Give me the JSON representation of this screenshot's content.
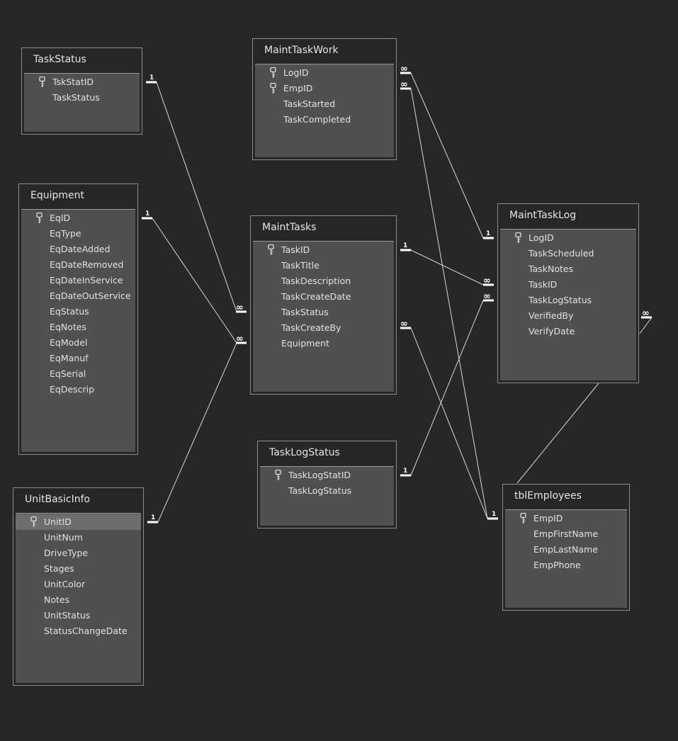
{
  "tables": [
    {
      "id": "taskstatus",
      "title": "TaskStatus",
      "fields": [
        {
          "name": "TskStatID",
          "key": true
        },
        {
          "name": "TaskStatus",
          "key": false
        }
      ]
    },
    {
      "id": "maintaskwork",
      "title": "MaintTaskWork",
      "fields": [
        {
          "name": "LogID",
          "key": true
        },
        {
          "name": "EmpID",
          "key": true
        },
        {
          "name": "TaskStarted",
          "key": false
        },
        {
          "name": "TaskCompleted",
          "key": false
        }
      ]
    },
    {
      "id": "equipment",
      "title": "Equipment",
      "fields": [
        {
          "name": "EqID",
          "key": true
        },
        {
          "name": "EqType",
          "key": false
        },
        {
          "name": "EqDateAdded",
          "key": false
        },
        {
          "name": "EqDateRemoved",
          "key": false
        },
        {
          "name": "EqDateInService",
          "key": false
        },
        {
          "name": "EqDateOutService",
          "key": false
        },
        {
          "name": "EqStatus",
          "key": false
        },
        {
          "name": "EqNotes",
          "key": false
        },
        {
          "name": "EqModel",
          "key": false
        },
        {
          "name": "EqManuf",
          "key": false
        },
        {
          "name": "EqSerial",
          "key": false
        },
        {
          "name": "EqDescrip",
          "key": false
        }
      ]
    },
    {
      "id": "mainttasks",
      "title": "MaintTasks",
      "fields": [
        {
          "name": "TaskID",
          "key": true
        },
        {
          "name": "TaskTitle",
          "key": false
        },
        {
          "name": "TaskDescription",
          "key": false
        },
        {
          "name": "TaskCreateDate",
          "key": false
        },
        {
          "name": "TaskStatus",
          "key": false
        },
        {
          "name": "TaskCreateBy",
          "key": false
        },
        {
          "name": "Equipment",
          "key": false
        }
      ]
    },
    {
      "id": "mainttasklog",
      "title": "MaintTaskLog",
      "fields": [
        {
          "name": "LogID",
          "key": true
        },
        {
          "name": "TaskScheduled",
          "key": false
        },
        {
          "name": "TaskNotes",
          "key": false
        },
        {
          "name": "TaskID",
          "key": false
        },
        {
          "name": "TaskLogStatus",
          "key": false
        },
        {
          "name": "VerifiedBy",
          "key": false
        },
        {
          "name": "VerifyDate",
          "key": false
        }
      ]
    },
    {
      "id": "tasklogstatus",
      "title": "TaskLogStatus",
      "fields": [
        {
          "name": "TaskLogStatID",
          "key": true
        },
        {
          "name": "TaskLogStatus",
          "key": false
        }
      ]
    },
    {
      "id": "unitbasicinfo",
      "title": "UnitBasicInfo",
      "fields": [
        {
          "name": "UnitID",
          "key": true,
          "selected": true
        },
        {
          "name": "UnitNum",
          "key": false
        },
        {
          "name": "DriveType",
          "key": false
        },
        {
          "name": "Stages",
          "key": false
        },
        {
          "name": "UnitColor",
          "key": false
        },
        {
          "name": "Notes",
          "key": false
        },
        {
          "name": "UnitStatus",
          "key": false
        },
        {
          "name": "StatusChangeDate",
          "key": false
        }
      ]
    },
    {
      "id": "tblemployees",
      "title": "tblEmployees",
      "fields": [
        {
          "name": "EmpID",
          "key": true
        },
        {
          "name": "EmpFirstName",
          "key": false
        },
        {
          "name": "EmpLastName",
          "key": false
        },
        {
          "name": "EmpPhone",
          "key": false
        }
      ]
    }
  ],
  "relationship_labels": {
    "one": "1",
    "many": "∞"
  },
  "icons": {
    "primary_key": "key-icon"
  },
  "colors": {
    "background": "#272727",
    "table_body": "#505050",
    "selected_row": "#6d6d6d",
    "line": "#d8d8d8"
  }
}
